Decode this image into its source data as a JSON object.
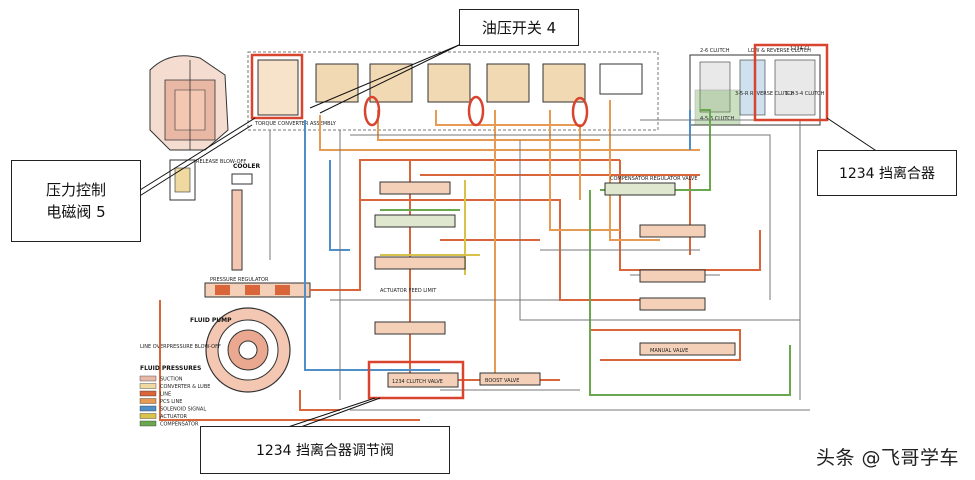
{
  "callouts": {
    "oil_pressure_switch": "油压开关 4",
    "pressure_solenoid": "压力控制\n电磁阀 5",
    "clutch_1234": "1234 挡离合器",
    "clutch_regulator_valve": "1234 挡离合器调节阀"
  },
  "watermark": "头条 @飞哥学车",
  "schematic_labels": {
    "torque_converter": "TORQUE CONVERTER ASSEMBLY",
    "release_blowoff": "RELEASE BLOW-OFF",
    "cooler": "COOLER",
    "fluid_pump": "FLUID PUMP",
    "line_overpressure": "LINE OVERPRESSURE BLOW-OFF",
    "clutch_2_6": "2-6 CLUTCH",
    "low_reverse_clutch": "LOW & REVERSE CLUTCH",
    "reverse_clutch": "3-5-R REVERSE CLUTCH",
    "clutch_4_5_6": "4-5-6 CLUTCH",
    "clutch_1234_label": "1-2-3-4 CLUTCH",
    "clutch_1234_small": "1234 CL",
    "compensator_regulator": "COMPENSATOR REGULATOR VALVE",
    "manual_valve": "MANUAL VALVE",
    "valve_1234": "1234 CLUTCH VALVE",
    "boost_valve": "BOOST VALVE",
    "pressure_regulator": "PRESSURE REGULATOR",
    "actuator_feed": "ACTUATOR FEED LIMIT"
  },
  "legend": {
    "title": "FLUID PRESSURES",
    "items": [
      {
        "label": "SUCTION",
        "color": "#e9b9a8"
      },
      {
        "label": "CONVERTER & LUBE",
        "color": "#f0d9a0"
      },
      {
        "label": "LINE",
        "color": "#d9653b"
      },
      {
        "label": "PCS LINE",
        "color": "#e79a53"
      },
      {
        "label": "SOLENOID SIGNAL",
        "color": "#4e8fc9"
      },
      {
        "label": "ACTUATOR",
        "color": "#d8c24a"
      },
      {
        "label": "COMPENSATOR",
        "color": "#6aa84f"
      }
    ]
  },
  "colors": {
    "line": "#d9653b",
    "pcs_line": "#e79a53",
    "solenoid": "#4e8fc9",
    "compensator": "#6aa84f",
    "exhaust": "#777777",
    "highlight": "#d9442f"
  }
}
